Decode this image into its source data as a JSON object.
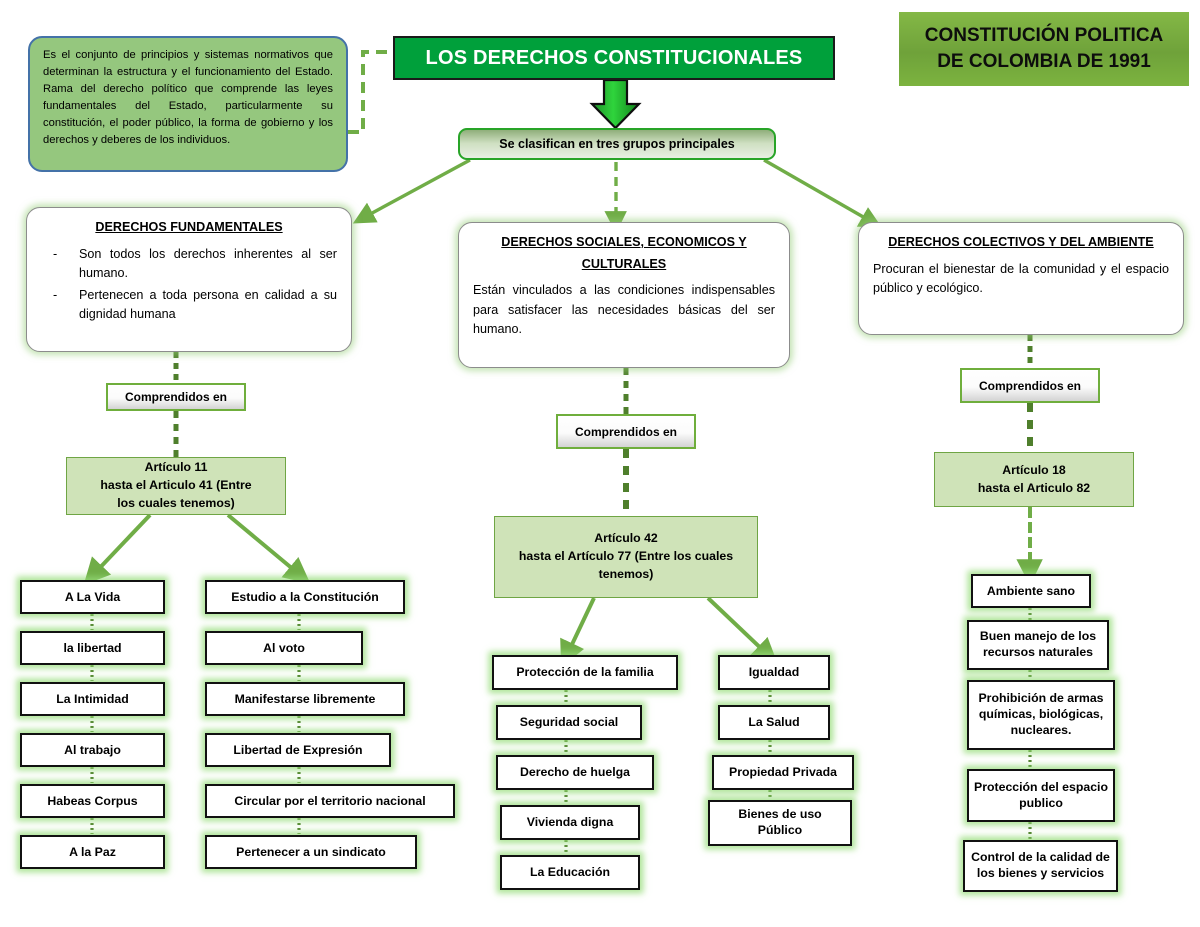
{
  "meta": {
    "doc_type": "concept-map",
    "language": "es",
    "colors": {
      "title_green": "#00a03b",
      "corner_green": "#7cb33f",
      "definition_fill": "#95c77e",
      "definition_border": "#4472a8",
      "article_fill": "#cfe3b8",
      "article_border": "#6fa544",
      "connector_green": "#70ad47",
      "leaf_border": "#111111",
      "glow_green": "#96dc78"
    }
  },
  "header": {
    "main_title": "LOS DERECHOS CONSTITUCIONALES",
    "corner_title_line1": "CONSTITUCIÓN POLITICA",
    "corner_title_line2": "DE COLOMBIA DE 1991"
  },
  "definition": {
    "text": "Es el conjunto de principios y sistemas normativos que determinan la estructura y el funcionamiento del Estado.  Rama del derecho político que comprende las leyes fundamentales del Estado, particularmente su constitución, el poder público, la forma de gobierno y los derechos y deberes de los individuos."
  },
  "classifier": {
    "label": "Se clasifican en tres grupos principales"
  },
  "branches": [
    {
      "id": "fundamentales",
      "heading": "DERECHOS FUNDAMENTALES",
      "bullets": [
        "Son todos los derechos inherentes al ser humano.",
        "Pertenecen a toda persona en calidad a su dignidad humana"
      ],
      "paragraph": "",
      "comprendidos_label": "Comprendidos en",
      "article": {
        "line1": "Artículo 11",
        "line2": "hasta el Articulo 41 (Entre",
        "line3": "los cuales tenemos)"
      },
      "columns": [
        {
          "id": "fund-col-1",
          "items": [
            "A La Vida",
            "la libertad",
            "La Intimidad",
            "Al trabajo",
            "Habeas Corpus",
            "A la Paz"
          ]
        },
        {
          "id": "fund-col-2",
          "items": [
            "Estudio a la Constitución",
            "Al voto",
            "Manifestarse libremente",
            "Libertad de Expresión",
            "Circular por el territorio nacional",
            "Pertenecer a un sindicato"
          ]
        }
      ]
    },
    {
      "id": "sociales",
      "heading_line1": "DERECHOS SOCIALES, ECONOMICOS Y",
      "heading_line2": "CULTURALES",
      "paragraph": "Están vinculados a las condiciones indispensables para satisfacer las necesidades básicas del ser humano.",
      "comprendidos_label": "Comprendidos en",
      "article": {
        "line1": "Artículo 42",
        "line2": "hasta el Artículo 77 (Entre los cuales",
        "line3": "tenemos)"
      },
      "columns": [
        {
          "id": "soc-col-1",
          "items": [
            "Protección de la familia",
            "Seguridad social",
            "Derecho de huelga",
            "Vivienda digna",
            "La Educación"
          ]
        },
        {
          "id": "soc-col-2",
          "items": [
            "Igualdad",
            "La Salud",
            "Propiedad Privada",
            "Bienes de uso Público"
          ]
        }
      ]
    },
    {
      "id": "colectivos",
      "heading": "DERECHOS COLECTIVOS Y DEL AMBIENTE",
      "paragraph": "Procuran el bienestar de la comunidad y el espacio público y ecológico.",
      "comprendidos_label": "Comprendidos en",
      "article": {
        "line1": "Artículo 18",
        "line2": "hasta el Articulo 82"
      },
      "columns": [
        {
          "id": "col-col-1",
          "items": [
            "Ambiente sano",
            "Buen manejo de los recursos naturales",
            "Prohibición de armas químicas,  biológicas, nucleares.",
            "Protección del espacio publico",
            "Control de la calidad de los bienes y servicios"
          ]
        }
      ]
    }
  ]
}
